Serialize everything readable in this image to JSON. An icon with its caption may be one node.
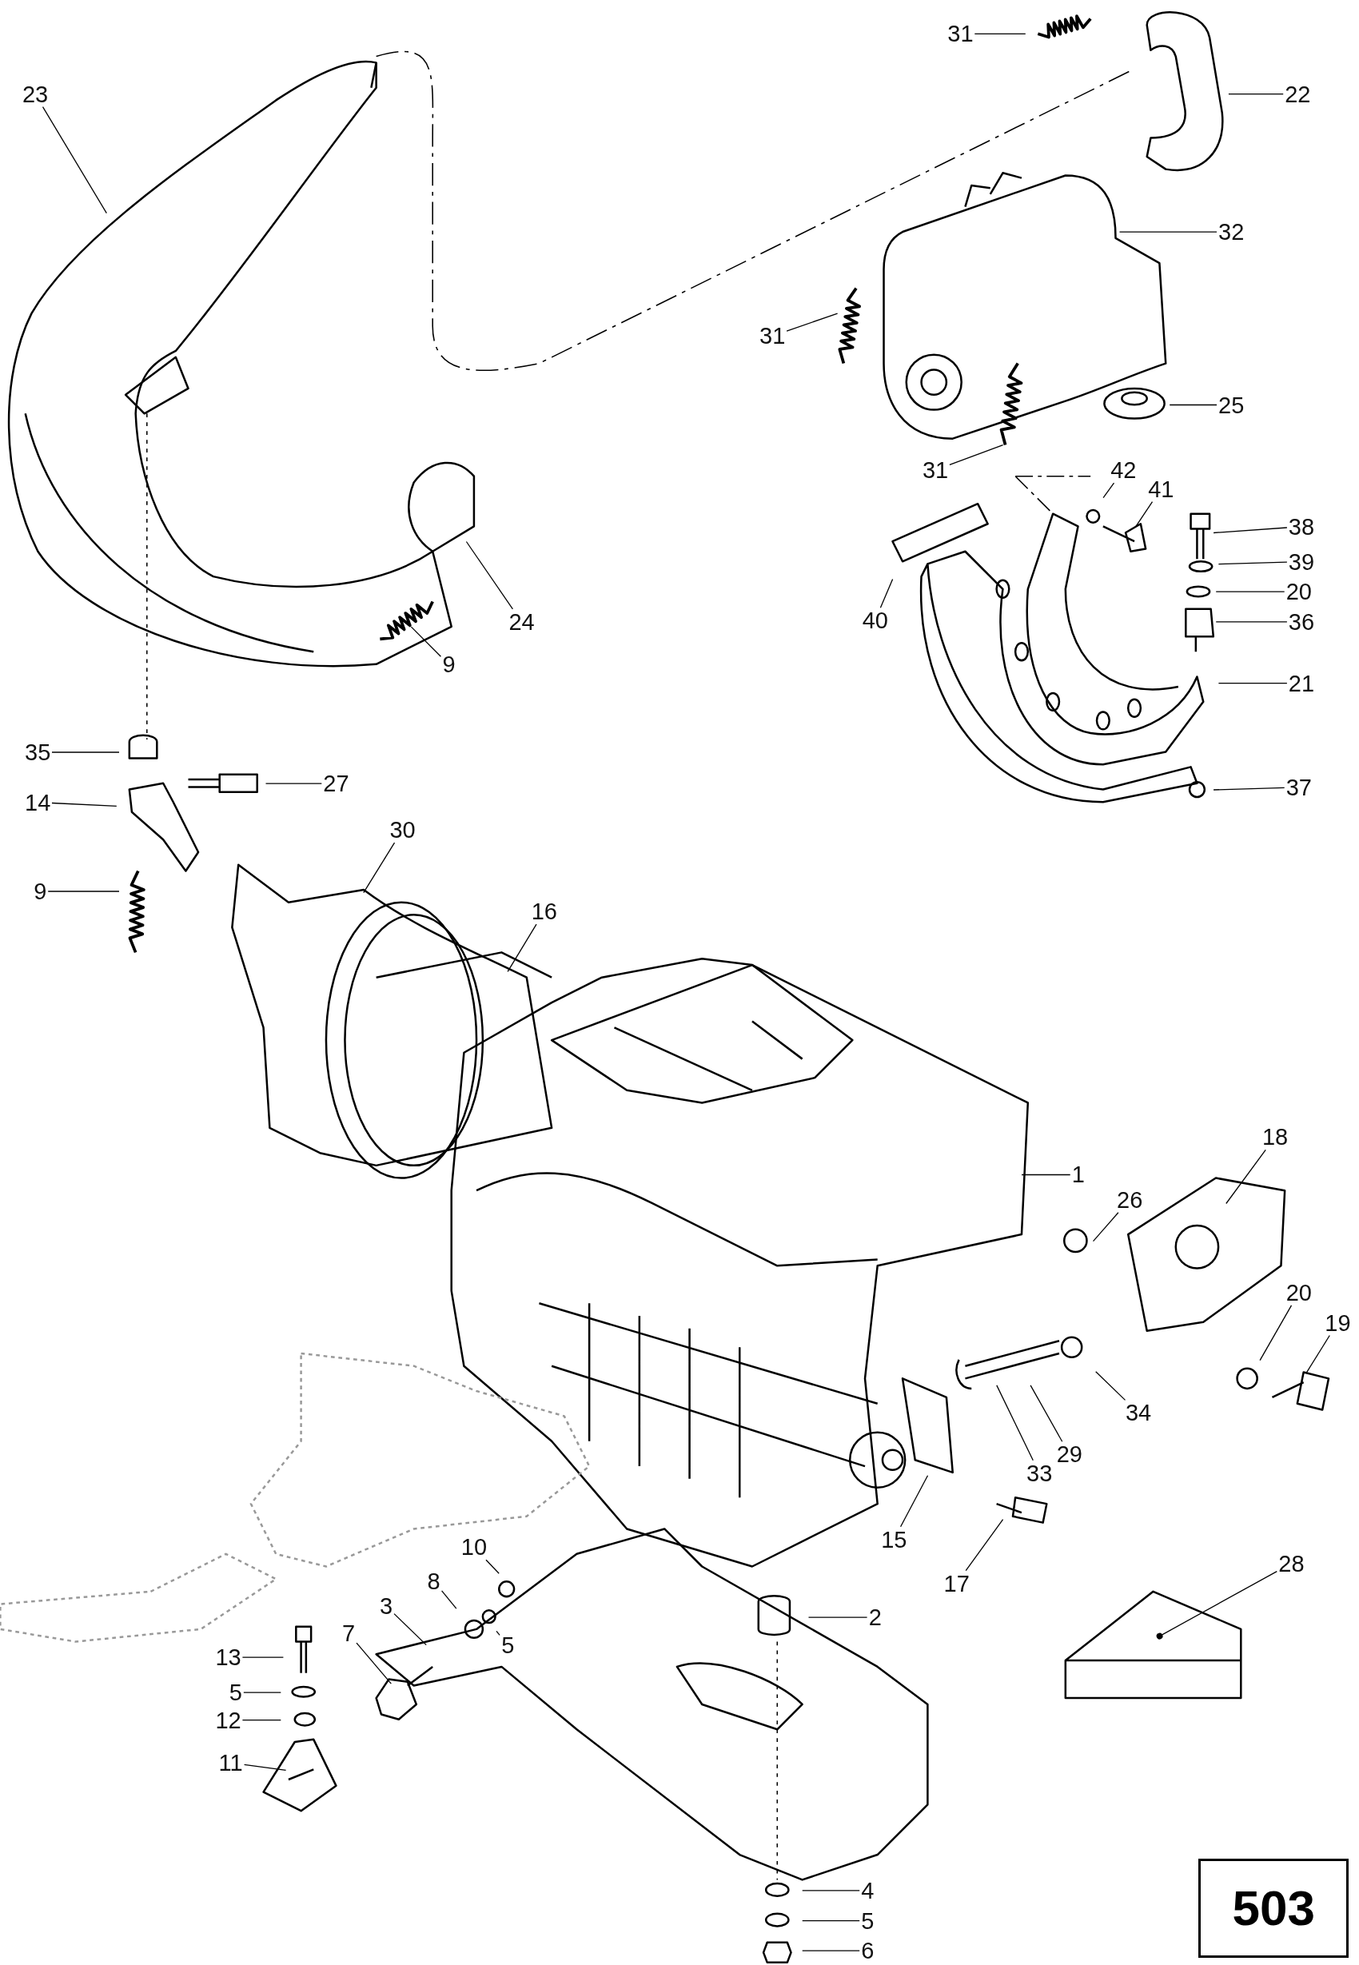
{
  "diagram": {
    "nodes": [
      {
        "text": [
          "23"
        ]
      },
      {
        "text": [
          "31"
        ]
      },
      {
        "text": [
          "22"
        ]
      },
      {
        "text": [
          "32"
        ]
      },
      {
        "text": [
          "31"
        ]
      },
      {
        "text": [
          "25"
        ]
      },
      {
        "text": [
          "31"
        ]
      },
      {
        "text": [
          "42"
        ]
      },
      {
        "text": [
          "41"
        ]
      },
      {
        "text": [
          "38"
        ]
      },
      {
        "text": [
          "39"
        ]
      },
      {
        "text": [
          "20"
        ]
      },
      {
        "text": [
          "36"
        ]
      },
      {
        "text": [
          "40"
        ]
      },
      {
        "text": [
          "24"
        ]
      },
      {
        "text": [
          "9"
        ]
      },
      {
        "text": [
          "21"
        ]
      },
      {
        "text": [
          "35"
        ]
      },
      {
        "text": [
          "27"
        ]
      },
      {
        "text": [
          "14"
        ]
      },
      {
        "text": [
          "37"
        ]
      },
      {
        "text": [
          "30"
        ]
      },
      {
        "text": [
          "9"
        ]
      },
      {
        "text": [
          "16"
        ]
      },
      {
        "text": [
          "18"
        ]
      },
      {
        "text": [
          "1"
        ]
      },
      {
        "text": [
          "26"
        ]
      },
      {
        "text": [
          "20"
        ]
      },
      {
        "text": [
          "19"
        ]
      },
      {
        "text": [
          "34"
        ]
      },
      {
        "text": [
          "29"
        ]
      },
      {
        "text": [
          "33"
        ]
      },
      {
        "text": [
          "15"
        ]
      },
      {
        "text": [
          "17"
        ]
      },
      {
        "text": [
          "10"
        ]
      },
      {
        "text": [
          "28"
        ]
      },
      {
        "text": [
          "8"
        ]
      },
      {
        "text": [
          "3"
        ]
      },
      {
        "text": [
          "2"
        ]
      },
      {
        "text": [
          "5"
        ]
      },
      {
        "text": [
          "7"
        ]
      },
      {
        "text": [
          "13"
        ]
      },
      {
        "text": [
          "5"
        ]
      },
      {
        "text": [
          "12"
        ]
      },
      {
        "text": [
          "11"
        ]
      },
      {
        "text": [
          "4"
        ]
      },
      {
        "text": [
          "5"
        ]
      },
      {
        "text": [
          "6"
        ]
      },
      {
        "text": [
          "503"
        ]
      }
    ],
    "edges": [
      {
        "from": 0,
        "to": null,
        "arrow": "none"
      },
      {
        "from": 1,
        "to": null,
        "arrow": "none"
      },
      {
        "from": 2,
        "to": null,
        "arrow": "none"
      },
      {
        "from": 3,
        "to": null,
        "arrow": "none"
      },
      {
        "from": 4,
        "to": null,
        "arrow": "none"
      },
      {
        "from": 5,
        "to": null,
        "arrow": "none"
      },
      {
        "from": 6,
        "to": null,
        "arrow": "none"
      },
      {
        "from": 7,
        "to": null,
        "arrow": "none"
      },
      {
        "from": 8,
        "to": null,
        "arrow": "none"
      },
      {
        "from": 9,
        "to": null,
        "arrow": "none"
      },
      {
        "from": 10,
        "to": null,
        "arrow": "none"
      },
      {
        "from": 11,
        "to": null,
        "arrow": "none"
      },
      {
        "from": 12,
        "to": null,
        "arrow": "none"
      },
      {
        "from": 13,
        "to": null,
        "arrow": "none"
      },
      {
        "from": 14,
        "to": null,
        "arrow": "none"
      },
      {
        "from": 15,
        "to": null,
        "arrow": "none"
      },
      {
        "from": 16,
        "to": null,
        "arrow": "none"
      },
      {
        "from": 17,
        "to": null,
        "arrow": "none"
      },
      {
        "from": 18,
        "to": null,
        "arrow": "none"
      },
      {
        "from": 19,
        "to": null,
        "arrow": "none"
      },
      {
        "from": 20,
        "to": null,
        "arrow": "none"
      },
      {
        "from": 21,
        "to": null,
        "arrow": "none"
      },
      {
        "from": 22,
        "to": null,
        "arrow": "none"
      },
      {
        "from": 23,
        "to": null,
        "arrow": "none"
      },
      {
        "from": 24,
        "to": null,
        "arrow": "none"
      },
      {
        "from": 25,
        "to": null,
        "arrow": "none"
      },
      {
        "from": 26,
        "to": null,
        "arrow": "none"
      },
      {
        "from": 27,
        "to": null,
        "arrow": "none"
      },
      {
        "from": 28,
        "to": null,
        "arrow": "none"
      },
      {
        "from": 29,
        "to": null,
        "arrow": "none"
      },
      {
        "from": 30,
        "to": null,
        "arrow": "none"
      },
      {
        "from": 31,
        "to": null,
        "arrow": "none"
      },
      {
        "from": 32,
        "to": null,
        "arrow": "none"
      },
      {
        "from": 33,
        "to": null,
        "arrow": "none"
      },
      {
        "from": 34,
        "to": null,
        "arrow": "none"
      },
      {
        "from": 35,
        "to": null,
        "arrow": "other"
      },
      {
        "from": 36,
        "to": null,
        "arrow": "none"
      },
      {
        "from": 37,
        "to": null,
        "arrow": "none"
      },
      {
        "from": 38,
        "to": null,
        "arrow": "none"
      },
      {
        "from": 39,
        "to": null,
        "arrow": "none"
      },
      {
        "from": 40,
        "to": null,
        "arrow": "none"
      },
      {
        "from": 41,
        "to": null,
        "arrow": "none"
      },
      {
        "from": 42,
        "to": null,
        "arrow": "none"
      },
      {
        "from": 43,
        "to": null,
        "arrow": "none"
      },
      {
        "from": 44,
        "to": null,
        "arrow": "none"
      },
      {
        "from": 45,
        "to": null,
        "arrow": "none"
      },
      {
        "from": 46,
        "to": null,
        "arrow": "none"
      },
      {
        "from": 47,
        "to": null,
        "arrow": "none"
      }
    ]
  }
}
